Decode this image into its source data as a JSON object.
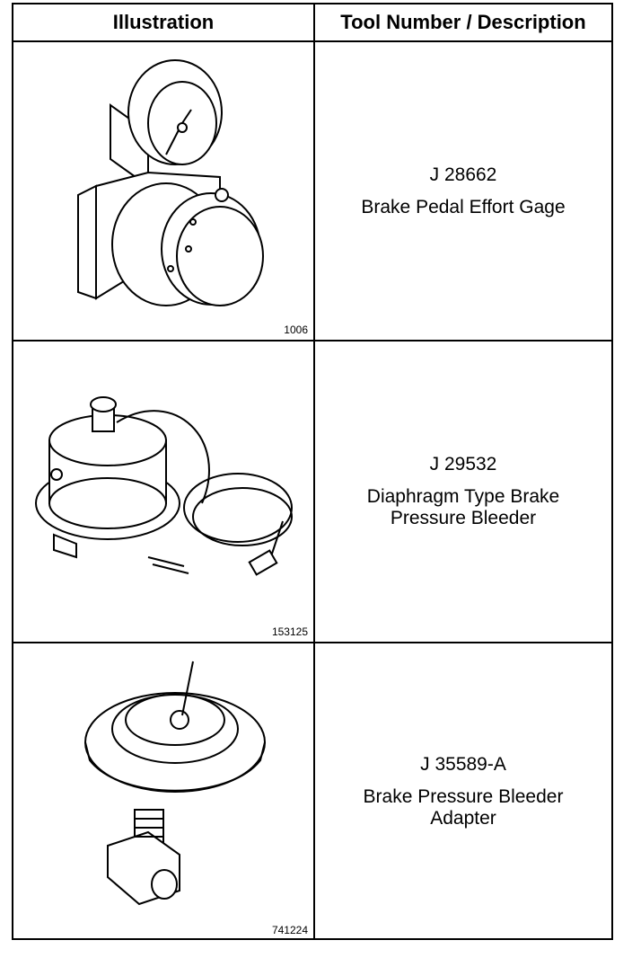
{
  "headers": {
    "illustration": "Illustration",
    "tool": "Tool Number / Description"
  },
  "rows": [
    {
      "tool_number": "J 28662",
      "description": "Brake Pedal Effort Gage",
      "figure_number": "1006"
    },
    {
      "tool_number": "J 29532",
      "description": "Diaphragm Type Brake Pressure Bleeder",
      "figure_number": "153125"
    },
    {
      "tool_number": "J 35589-A",
      "description": "Brake Pressure Bleeder Adapter",
      "figure_number": "741224"
    }
  ]
}
